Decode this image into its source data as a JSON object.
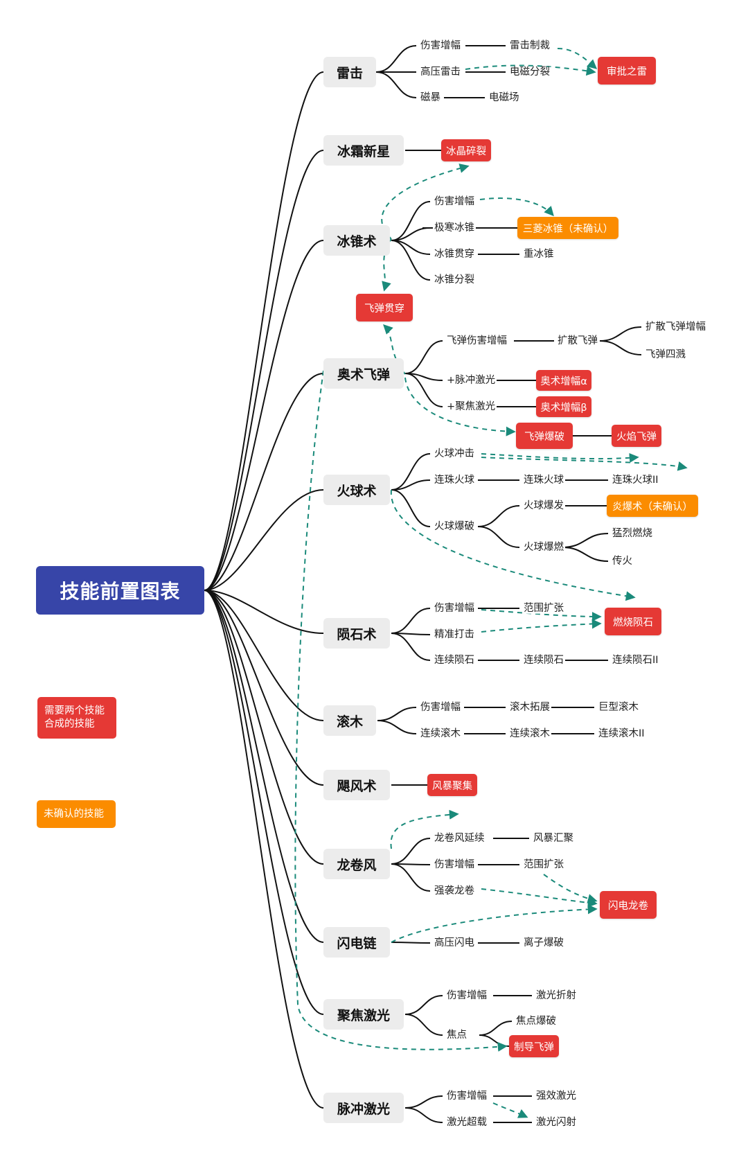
{
  "title": "技能前置图表",
  "legend": {
    "combo": "需要两个技能\n合成的技能",
    "unconfirmed": "未确认的技能"
  },
  "colors": {
    "root": "#3745a8",
    "branch_bg": "#ececec",
    "combo_red": "#e53935",
    "unconfirmed_orange": "#fb8c00",
    "link_line": "#111111",
    "combo_arrow": "#1a8a7a"
  },
  "branches": {
    "b1": "雷击",
    "b2": "冰霜新星",
    "b3": "冰锥术",
    "b4": "奥术飞弹",
    "b5": "火球术",
    "b6": "陨石术",
    "b7": "滚木",
    "b8": "飓风术",
    "b9": "龙卷风",
    "b10": "闪电链",
    "b11": "聚焦激光",
    "b12": "脉冲激光"
  },
  "leaves": {
    "l1": "伤害增幅",
    "l2": "雷击制裁",
    "l3": "高压雷击",
    "l4": "电磁分裂",
    "l5": "磁暴",
    "l6": "电磁场",
    "l7": "伤害增幅",
    "l8": "极寒冰锥",
    "l9": "冰锥贯穿",
    "l10": "重冰锥",
    "l11": "冰锥分裂",
    "l12": "飞弹伤害增幅",
    "l13": "扩散飞弹",
    "l14": "扩散飞弹增幅",
    "l15": "飞弹四溅",
    "l16": "+脉冲激光",
    "l17": "+聚焦激光",
    "l18": "火球冲击",
    "l19": "连珠火球",
    "l20": "连珠火球",
    "l21": "连珠火球II",
    "l22": "火球爆破",
    "l23": "火球爆发",
    "l24": "火球爆燃",
    "l25": "猛烈燃烧",
    "l26": "传火",
    "l27": "伤害增幅",
    "l28": "范围扩张",
    "l29": "精准打击",
    "l30": "连续陨石",
    "l31": "连续陨石",
    "l32": "连续陨石II",
    "l33": "伤害增幅",
    "l34": "滚木拓展",
    "l35": "巨型滚木",
    "l36": "连续滚木",
    "l37": "连续滚木",
    "l38": "连续滚木II",
    "l39": "龙卷风延续",
    "l40": "风暴汇聚",
    "l41": "伤害增幅",
    "l42": "范围扩张",
    "l43": "强袭龙卷",
    "l44": "高压闪电",
    "l45": "离子爆破",
    "l46": "伤害增幅",
    "l47": "激光折射",
    "l48": "焦点",
    "l49": "焦点爆破",
    "l50": "伤害增幅",
    "l51": "强效激光",
    "l52": "激光超载",
    "l53": "激光闪射"
  },
  "tags": {
    "t1": "审批之雷",
    "t2": "冰晶碎裂",
    "t3": "三菱冰锥（未确认）",
    "t4": "飞弹贯穿",
    "t5": "奥术增幅α",
    "t6": "奥术增幅β",
    "t7": "飞弹爆破",
    "t8": "火焰飞弹",
    "t9": "炎爆术（未确认）",
    "t10": "燃烧陨石",
    "t11": "风暴聚集",
    "t12": "闪电龙卷",
    "t13": "制导飞弹"
  }
}
